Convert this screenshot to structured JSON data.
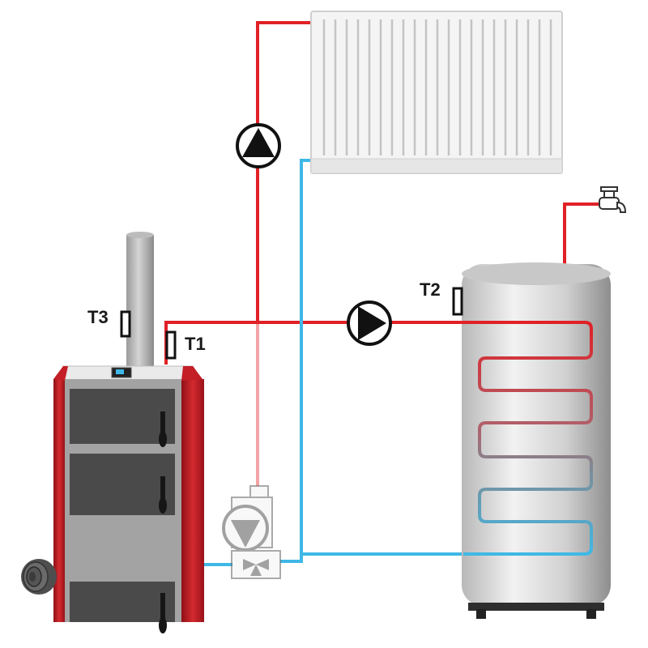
{
  "sensors": {
    "t1": "T1",
    "t2": "T2",
    "t3": "T3"
  },
  "colors": {
    "hot_pipe": "#e02127",
    "cold_pipe": "#3fb8e6",
    "faded_pipe": "#f2a3a6",
    "boiler_red": "#c41e26",
    "boiler_gray": "#9c9c9c",
    "tank_gray": "#d6d6d6"
  },
  "icons": {
    "radiator": "radiator-icon",
    "heating_pump": "circulation-pump-icon",
    "tank_pump": "circulation-pump-icon",
    "mixing_valve": "mixing-valve-icon",
    "tap": "water-tap-icon"
  }
}
